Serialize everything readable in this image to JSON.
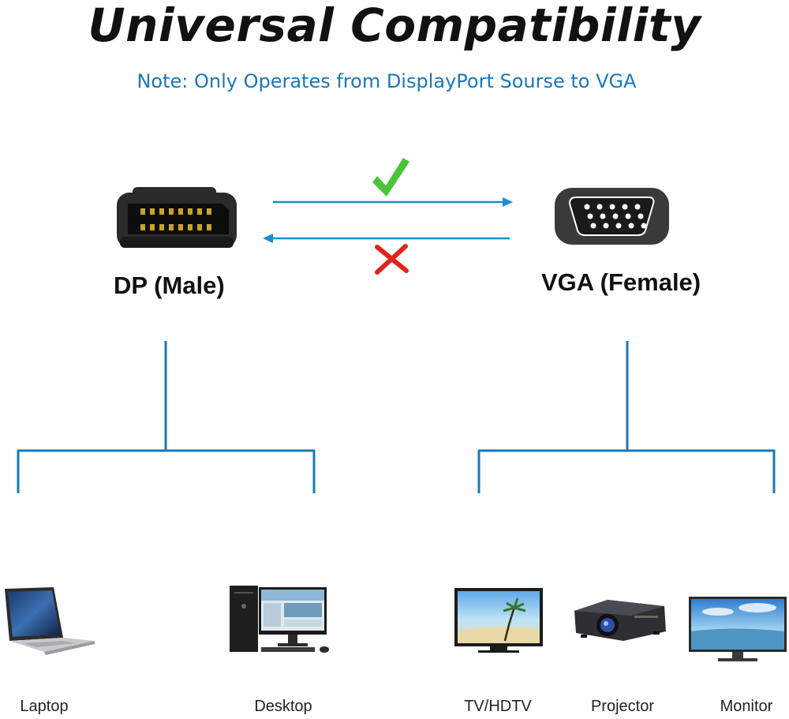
{
  "title": "Universal Compatibility",
  "subtitle": "Note: Only Operates from DisplayPort Sourse to VGA",
  "connectors": {
    "source": {
      "label": "DP (Male)",
      "icon": "displayport-connector-icon"
    },
    "target": {
      "label": "VGA (Female)",
      "icon": "vga-connector-icon"
    }
  },
  "direction": {
    "forward_status": "check-mark-icon",
    "reverse_status": "cross-mark-icon"
  },
  "devices": {
    "source": [
      {
        "label": "Laptop",
        "icon": "laptop-icon"
      },
      {
        "label": "Desktop",
        "icon": "desktop-computer-icon"
      }
    ],
    "target": [
      {
        "label": "TV/HDTV",
        "icon": "tv-icon"
      },
      {
        "label": "Projector",
        "icon": "projector-icon"
      },
      {
        "label": "Monitor",
        "icon": "monitor-icon"
      }
    ]
  },
  "colors": {
    "accent": "#1a78b8",
    "check": "#4cc43a",
    "cross": "#e0241b",
    "connector_body": "#2b2b2b",
    "connector_pins": "#c9a227"
  }
}
